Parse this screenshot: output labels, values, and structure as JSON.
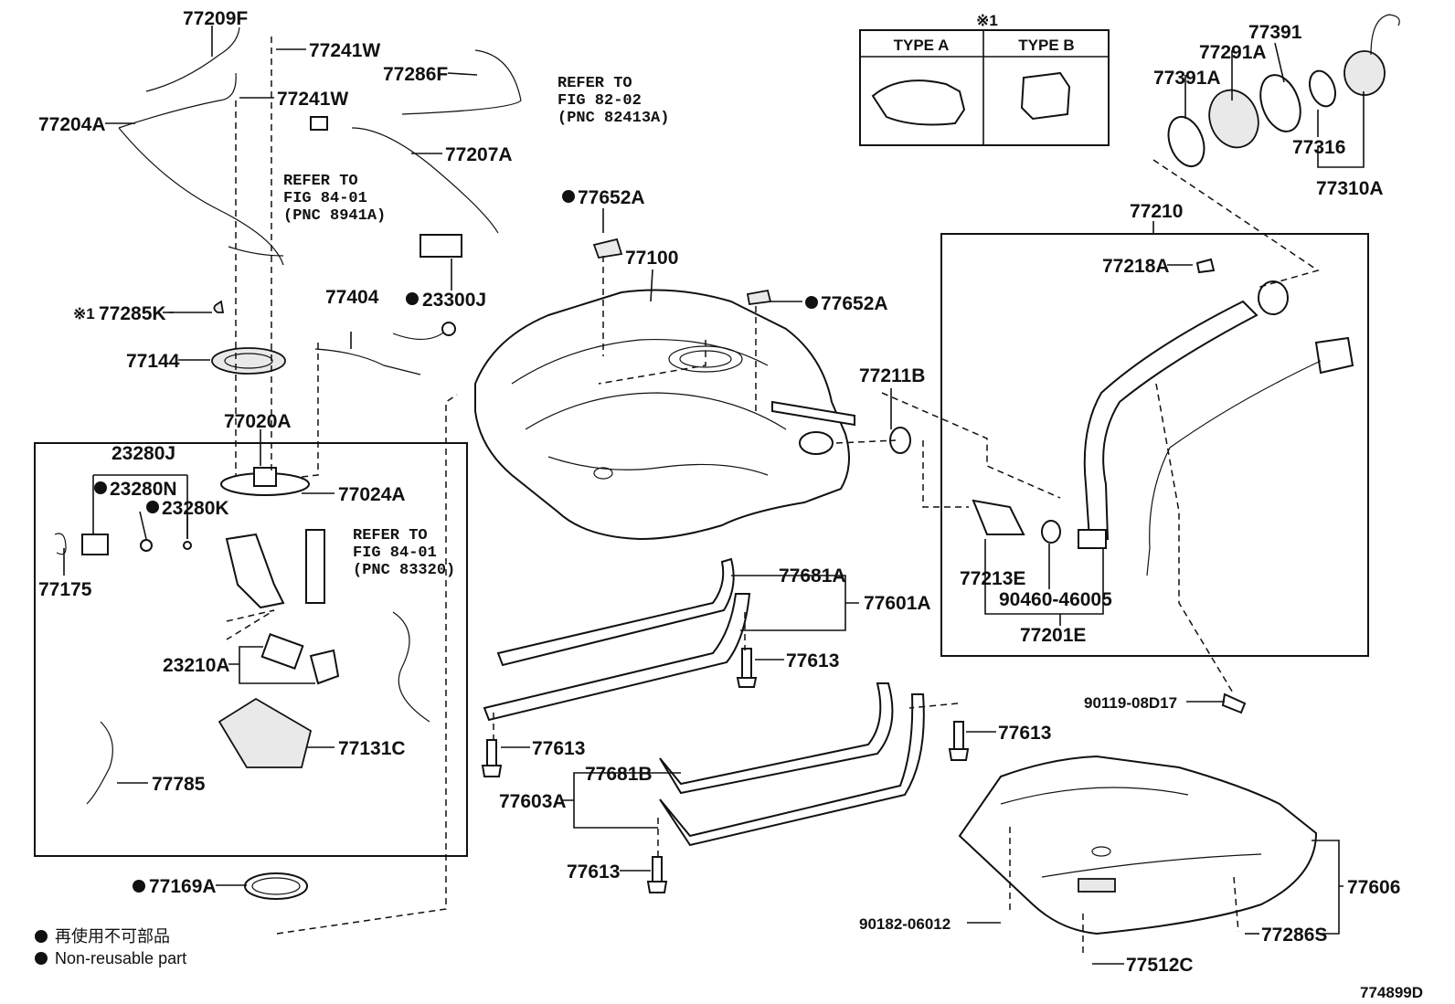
{
  "diagram_id": "774899D",
  "type_table": {
    "note_mark": "※1",
    "type_a": "TYPE A",
    "type_b": "TYPE B"
  },
  "legend": {
    "line_jp": "再使用不可部品",
    "line_en": "Non-reusable part"
  },
  "refs": {
    "fig_82_02": [
      "REFER TO",
      "FIG 82-02",
      "(PNC 82413A)"
    ],
    "fig_84_01_a": [
      "REFER TO",
      "FIG 84-01",
      "(PNC 8941A)"
    ],
    "fig_84_01_b": [
      "REFER TO",
      "FIG 84-01",
      "(PNC 83320)"
    ]
  },
  "parts": {
    "p77209F": "77209F",
    "p77241W_1": "77241W",
    "p77241W_2": "77241W",
    "p77204A": "77204A",
    "p77286F": "77286F",
    "p77207A": "77207A",
    "p77285K": "77285K",
    "p77285K_mark": "※1",
    "p23300J": "23300J",
    "p77404": "77404",
    "p77144": "77144",
    "p77020A": "77020A",
    "p23280J": "23280J",
    "p23280N": "23280N",
    "p23280K": "23280K",
    "p77024A": "77024A",
    "p77175": "77175",
    "p23210A": "23210A",
    "p77131C": "77131C",
    "p77785": "77785",
    "p77169A": "77169A",
    "p77652A_1": "77652A",
    "p77652A_2": "77652A",
    "p77100": "77100",
    "p77211B": "77211B",
    "p77681A": "77681A",
    "p77601A": "77601A",
    "p77613_1": "77613",
    "p77613_2": "77613",
    "p77613_3": "77613",
    "p77613_4": "77613",
    "p77681B": "77681B",
    "p77603A": "77603A",
    "p77391": "77391",
    "p77291A": "77291A",
    "p77391A": "77391A",
    "p77316": "77316",
    "p77310A": "77310A",
    "p77210": "77210",
    "p77218A": "77218A",
    "p77213E": "77213E",
    "p90460": "90460-46005",
    "p77201E": "77201E",
    "p90119": "90119-08D17",
    "p77606": "77606",
    "p90182": "90182-06012",
    "p77286S": "77286S",
    "p77512C": "77512C"
  }
}
